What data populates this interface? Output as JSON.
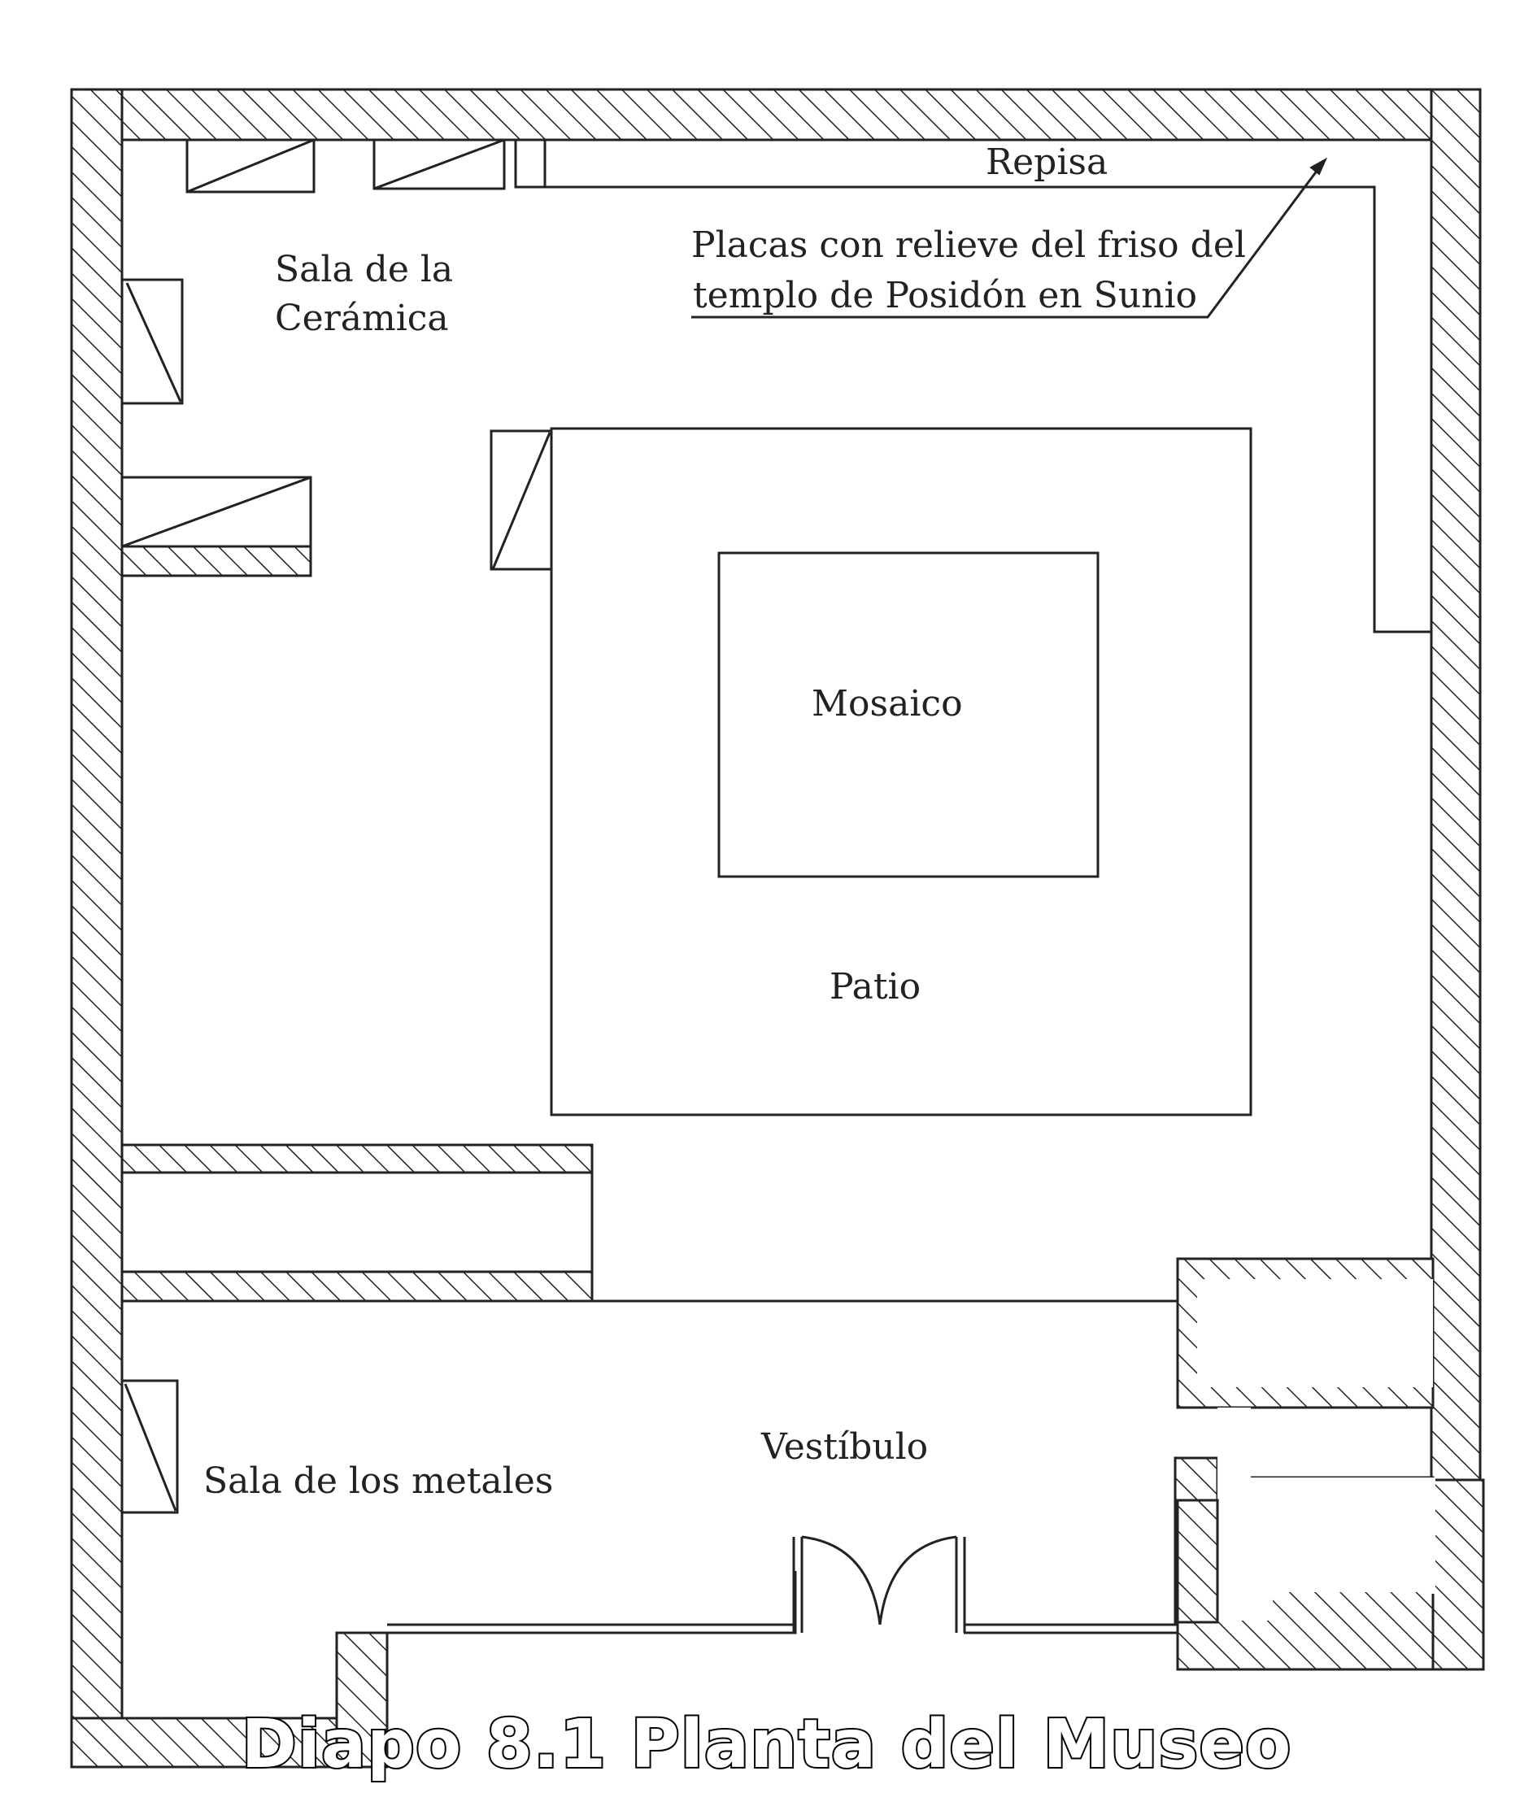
{
  "diagram": {
    "labels": {
      "repisa": "Repisa",
      "placas_line1": "Placas con relieve del friso del",
      "placas_line2": "templo de Posidón en Sunio",
      "ceramica_line1": "Sala de la",
      "ceramica_line2": "Cerámica",
      "mosaico": "Mosaico",
      "patio": "Patio",
      "vestibulo": "Vestíbulo",
      "metales": "Sala de los metales"
    },
    "caption": "Diapo 8.1 Planta del Museo"
  },
  "colors": {
    "ink": "#222222",
    "background": "#ffffff",
    "caption_fill": "#ffffff",
    "caption_stroke": "#000000"
  }
}
